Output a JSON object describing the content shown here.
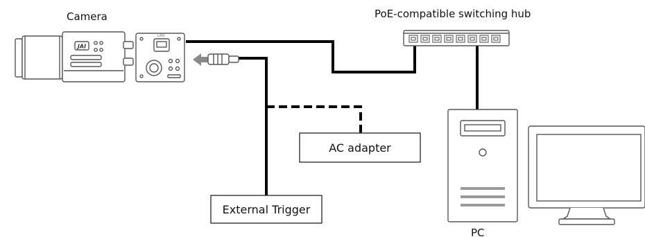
{
  "labels": {
    "camera": "Camera",
    "hub": "PoE-compatible switching hub",
    "ac_adapter": "AC adapter",
    "external_trigger": "External Trigger",
    "pc": "PC"
  },
  "camera_logo": "JAI",
  "colors": {
    "line": "#000000",
    "arrow": "#8a8a8a",
    "device_stroke": "#555555",
    "device_fill": "#ffffff"
  }
}
